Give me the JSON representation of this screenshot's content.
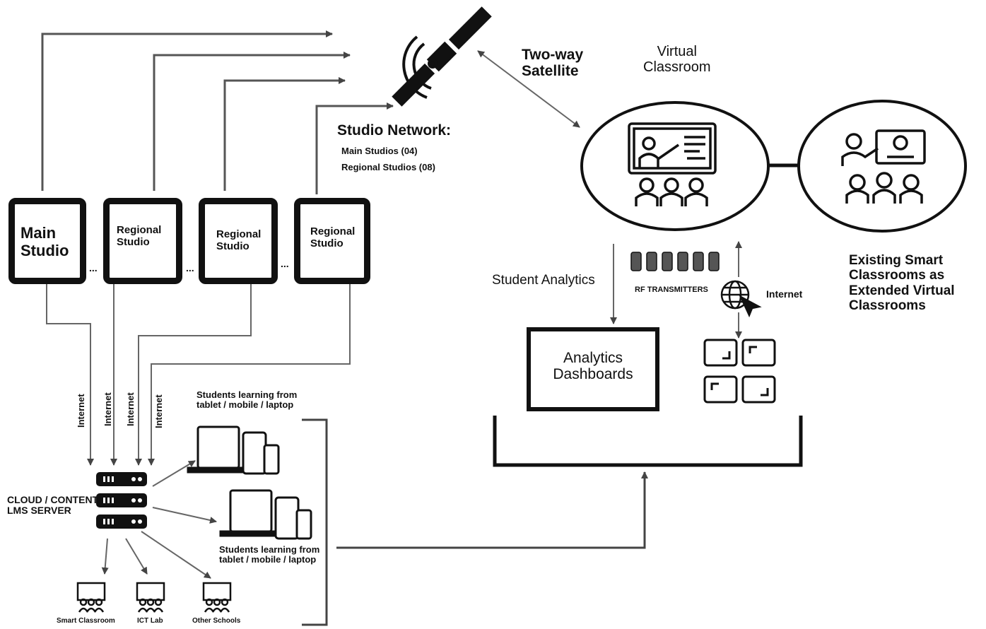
{
  "studios": [
    {
      "label": "Main\nStudio"
    },
    {
      "label": "Regional\nStudio"
    },
    {
      "label": "Regional\nStudio"
    },
    {
      "label": "Regional\nStudio"
    }
  ],
  "ellipsis": "...",
  "satellite": {
    "link_label": "Two-way\nSatellite"
  },
  "studio_network": {
    "title": "Studio Network:",
    "main": "Main Studios (04)",
    "regional": "Regional Studios (08)"
  },
  "virtual_classroom": {
    "title": "Virtual\nClassroom"
  },
  "smart_classrooms": {
    "label": "Existing Smart\nClassrooms as\nExtended Virtual\nClassrooms"
  },
  "analytics": {
    "student_label": "Student Analytics",
    "dashboard_label": "Analytics\nDashboards",
    "rf_label": "RF TRANSMITTERS",
    "internet_label": "Internet"
  },
  "links": {
    "internet": "Internet"
  },
  "server": {
    "label": "CLOUD / CONTENT\nLMS SERVER"
  },
  "devices": {
    "top_label": "Students learning from\ntablet / mobile / laptop",
    "bottom_label": "Students learning from\ntablet / mobile / laptop"
  },
  "endpoints": [
    {
      "label": "Smart Classroom"
    },
    {
      "label": "ICT Lab"
    },
    {
      "label": "Other Schools"
    }
  ],
  "icons": [
    "satellite-icon",
    "teacher-classroom-icon",
    "smart-classroom-icon",
    "globe-cursor-icon",
    "laptop-tablet-phone-icon",
    "server-rack-icon",
    "group-icon"
  ],
  "colors": {
    "ink": "#111111",
    "line": "#555555",
    "background": "#ffffff"
  }
}
